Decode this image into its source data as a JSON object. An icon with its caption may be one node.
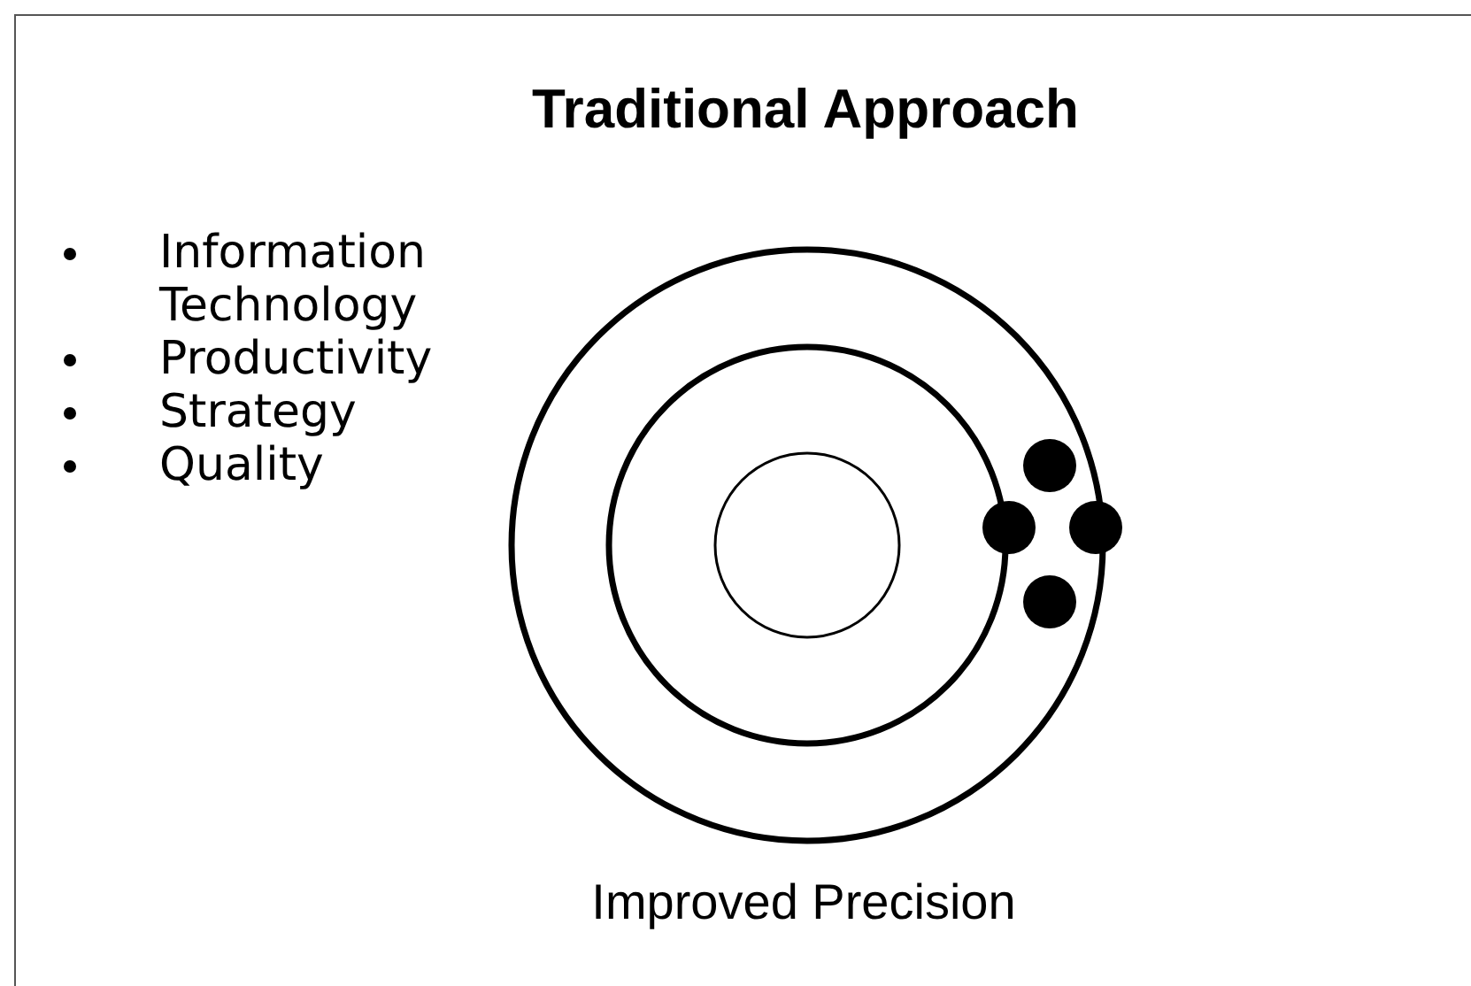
{
  "diagram": {
    "title": "Traditional Approach",
    "labels": [
      "Information Technology",
      "Productivity",
      "Strategy",
      "Quality",
      "Improved Precision"
    ]
  }
}
